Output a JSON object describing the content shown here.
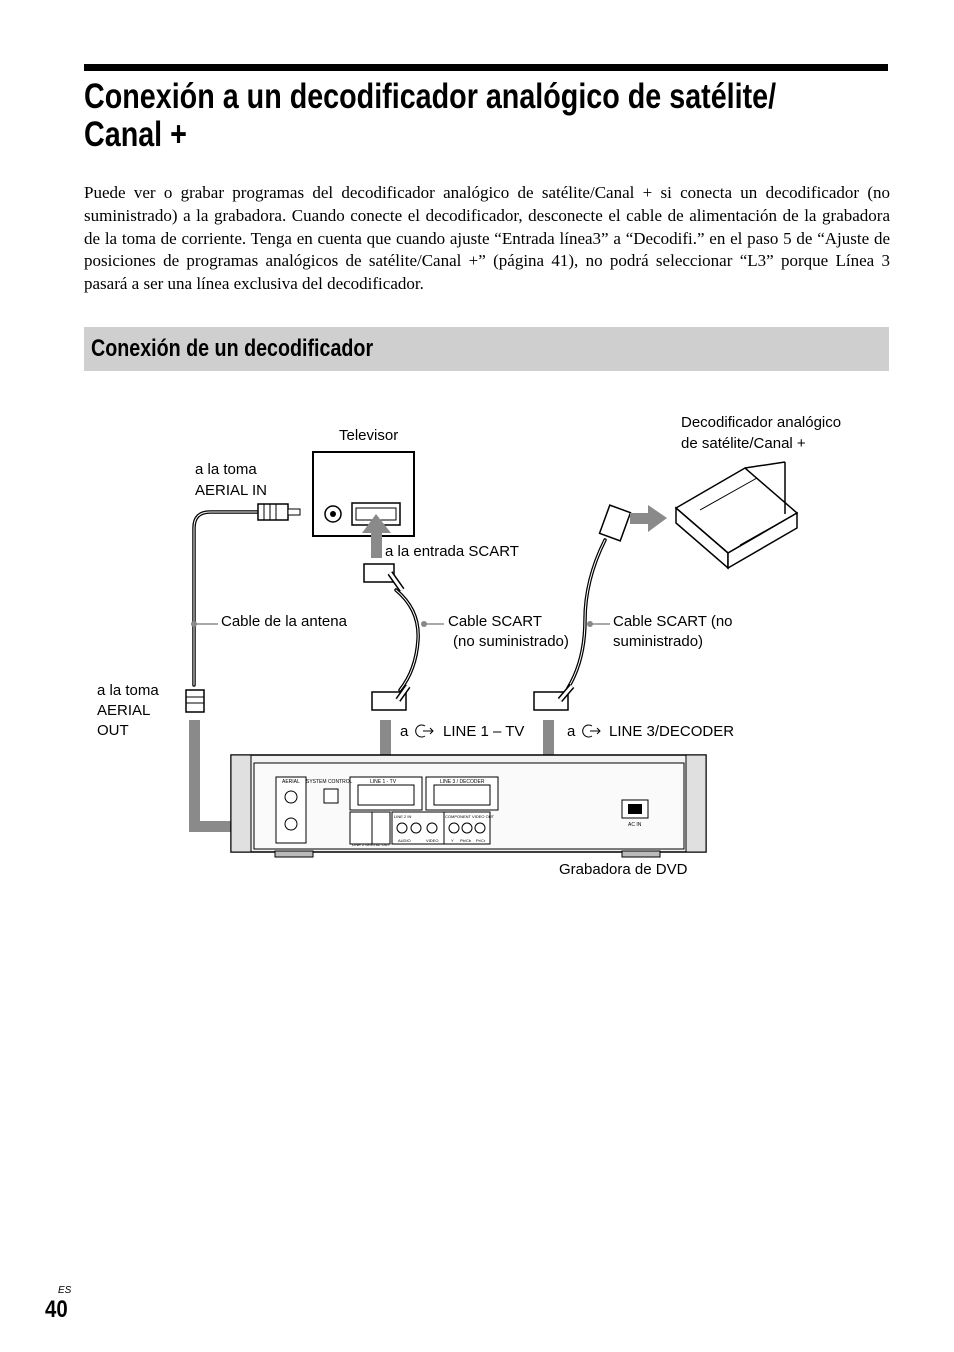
{
  "page": {
    "title_line1": "Conexión a un decodificador analógico de satélite/",
    "title_line2": "Canal +",
    "intro": "Puede ver o grabar programas del decodificador analógico de satélite/Canal + si conecta un decodificador (no suministrado) a la grabadora. Cuando conecte el decodificador, desconecte el cable de alimentación de la grabadora de la toma de corriente. Tenga en cuenta que cuando ajuste “Entrada línea3” a “Decodifi.” en el paso 5 de “Ajuste de posiciones de programas analógicos de satélite/Canal +” (página 41), no podrá seleccionar “L3” porque Línea 3 pasará a ser una línea exclusiva del decodificador.",
    "section_title": "Conexión de un decodificador",
    "lang_mark": "ES",
    "page_number": "40"
  },
  "diagram": {
    "tv_label": "Televisor",
    "decoder_label_line1": "Decodificador analógico",
    "decoder_label_line2": "de satélite/Canal +",
    "aerial_in_line1": "a la toma",
    "aerial_in_line2": "AERIAL IN",
    "scart_in": "a la entrada SCART",
    "antenna_cable": "Cable de la antena",
    "scart_cable_1_line1": "Cable SCART",
    "scart_cable_1_line2": "(no suministrado)",
    "scart_cable_2_line1": "Cable SCART (no",
    "scart_cable_2_line2": "suministrado)",
    "aerial_out_line1": "a la toma",
    "aerial_out_line2": "AERIAL",
    "aerial_out_line3": "OUT",
    "line1_prefix": "a",
    "line1_label": "LINE 1 – TV",
    "line3_prefix": "a",
    "line3_label": "LINE 3/DECODER",
    "recorder_label": "Grabadora de DVD",
    "panel_aerial": "AERIAL",
    "panel_system_control": "SYSTEM CONTROL",
    "panel_line1_tv": "LINE 1 - TV",
    "panel_line3_decoder": "LINE 3 / DECODER",
    "panel_line2_in": "LINE 2 IN",
    "panel_component": "COMPONENT VIDEO OUT",
    "panel_ac_in": "AC IN",
    "panel_digital_out": "LINE 2 DIGITAL OUT",
    "panel_y": "Y",
    "panel_pb": "Pb/Cb",
    "panel_pr": "Pr/Cr",
    "panel_audio": "AUDIO",
    "panel_video": "VIDEO"
  }
}
